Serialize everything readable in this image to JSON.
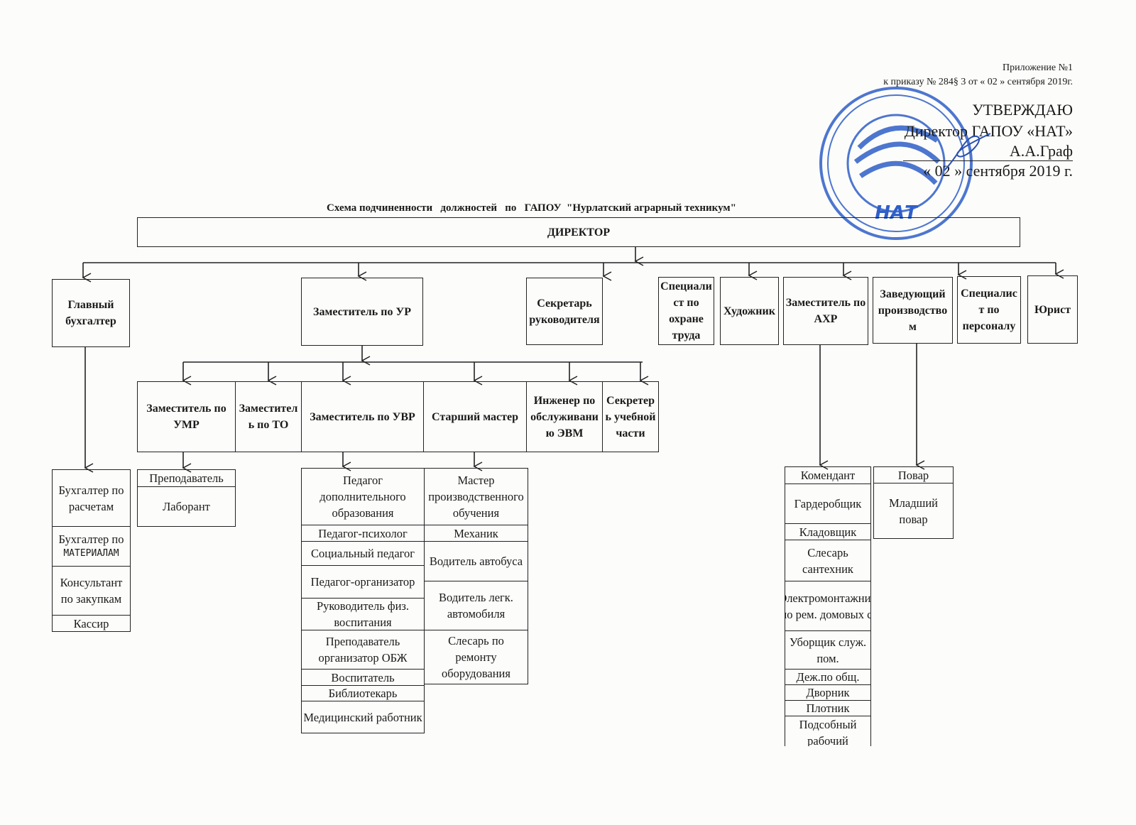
{
  "header": {
    "appendix": "Приложение №1",
    "order": "к приказу № 284§ 3  от « 02 » сентября 2019г.",
    "approve": "УТВЕРЖДАЮ",
    "director_title": "Директор ГАПОУ «НАТ»",
    "director_name": "А.А.Граф",
    "date": "« 02 » сентября 2019 г.",
    "stamp_text": "НАТ"
  },
  "title": "Схема подчиненности   должностей   по   ГАПОУ  \"Нурлатский аграрный техникум\"",
  "director": "ДИРЕКТОР",
  "level1": [
    "Главный бухгалтер",
    "Заместитель по УР",
    "Секретарь руководителя",
    "Специалист по охране труда",
    "Художник",
    "Заместитель по  АХР",
    "Заведующий производством",
    "Специалист по персоналу",
    "Юрист"
  ],
  "level2": [
    "Заместитель по УМР",
    "Заместитель  по ТО",
    "Заместитель  по УВР",
    "Старший мастер",
    "Инженер по обслуживанию ЭВМ",
    "Секретерь учебной части"
  ],
  "accounting": [
    "Бухгалтер по расчетам",
    "Бухгалтер по",
    "МАТЕРИАЛАМ",
    "Консультант по закупкам",
    "Кассир"
  ],
  "umr": [
    "Преподаватель",
    "Лаборант"
  ],
  "uvr": [
    "Педагог дополнительного образования",
    "Педагог-психолог",
    "Социальный педагог",
    "Педагог-организатор",
    "Руководитель физ. воспитания",
    "Преподаватель организатор ОБЖ",
    "Воспитатель",
    "Библиотекарь",
    "Медицинский работник"
  ],
  "master": [
    "Мастер производственного обучения",
    "Механик",
    "Водитель автобуса",
    "Водитель легк. автомобиля",
    "Слесарь по ремонту оборудования"
  ],
  "ahr": [
    "Комендант",
    "Гардеробщик",
    "Кладовщик",
    "Слесарь сантехник",
    "Электромонтажник по рем. домовых с.",
    "Уборщик служ. пом.",
    "Деж.по общ.",
    "Дворник",
    "Плотник",
    "Подсобный рабочий"
  ],
  "production": [
    "Повар",
    "Младший повар"
  ],
  "colors": {
    "ink": "#1a1a1a",
    "stamp": "#2f5fc8"
  }
}
